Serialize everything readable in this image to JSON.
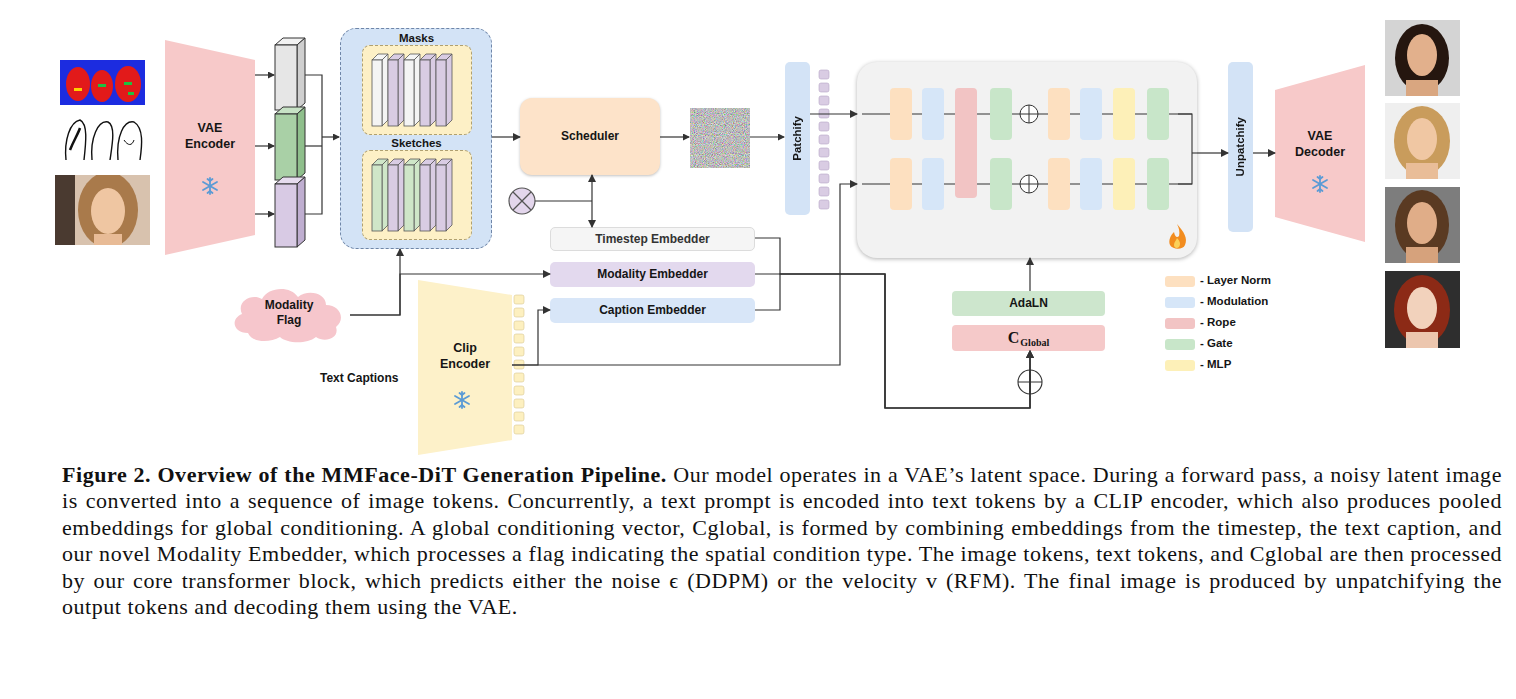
{
  "diagram": {
    "caption": "Figure 2. Overview of the MMFace-DiT Generation Pipeline. Our model operates in a VAE’s latent space. During a forward pass, a noisy latent image is converted into a sequence of image tokens. Concurrently, a text prompt is encoded into text tokens by a CLIP encoder, which also produces pooled embeddings for global conditioning. A global conditioning vector, Cglobal, is formed by combining embeddings from the timestep, the text caption, and our novel Modality Embedder, which processes a flag indicating the spatial condition type. The image tokens, text tokens, and Cglobal are then processed by our core transformer block, which predicts either the noise ϵ (DDPM) or the velocity v (RFM). The final image is produced by unpatchifying the output tokens and decoding them using the VAE.",
    "nodes": [
      {
        "text": [
          "VAE Encoder"
        ]
      },
      {
        "text": []
      },
      {
        "text": [
          "Masks"
        ],
        "in": 1
      },
      {
        "text": [
          "Sketches"
        ],
        "in": 1
      },
      {
        "text": [
          "Scheduler"
        ]
      },
      {
        "text": [
          "Patchify"
        ]
      },
      {
        "text": []
      },
      {
        "text": [
          "Unpatchify"
        ]
      },
      {
        "text": [
          "VAE Decoder"
        ]
      },
      {
        "text": [
          "Timestep Embedder"
        ]
      },
      {
        "text": [
          "Modality Embedder"
        ]
      },
      {
        "text": [
          "Modality Flag"
        ]
      },
      {
        "text": [
          "Caption Embedder"
        ]
      },
      {
        "text": [
          "Clip Encoder"
        ]
      },
      {
        "text": [
          "AdaLN"
        ]
      },
      {
        "text": [
          "C",
          "Global"
        ]
      }
    ],
    "edges": [
      {
        "from": 1,
        "to": 4,
        "arrow": "to"
      },
      {
        "from": 4,
        "to": 9,
        "arrow": "both"
      },
      {
        "from": 5,
        "to": 6,
        "arrow": "to"
      },
      {
        "from": 6,
        "to": 7,
        "arrow": "to"
      },
      {
        "from": 7,
        "to": 8,
        "arrow": "to"
      },
      {
        "from": 11,
        "to": 1,
        "arrow": "to"
      },
      {
        "from": 11,
        "to": 10,
        "arrow": "to"
      },
      {
        "from": 13,
        "to": 12,
        "arrow": "to"
      },
      {
        "from": 13,
        "to": 6,
        "arrow": "to"
      },
      {
        "from": 9,
        "to": 15,
        "arrow": "to"
      },
      {
        "from": 12,
        "to": 15,
        "arrow": "to"
      },
      {
        "from": 10,
        "to": 15,
        "arrow": "to"
      },
      {
        "from": 14,
        "to": 6,
        "arrow": "to"
      }
    ],
    "labels": [
      "Text Captions"
    ],
    "legend": [
      {
        "text": "- Layer Norm",
        "color": "#fde0c0"
      },
      {
        "text": "- Modulation",
        "color": "#d6e6f8"
      },
      {
        "text": "- Rope",
        "color": "#f2c4c4"
      },
      {
        "text": "- Gate",
        "color": "#c8e6c9"
      },
      {
        "text": "- MLP",
        "color": "#fdf0b8"
      }
    ]
  }
}
